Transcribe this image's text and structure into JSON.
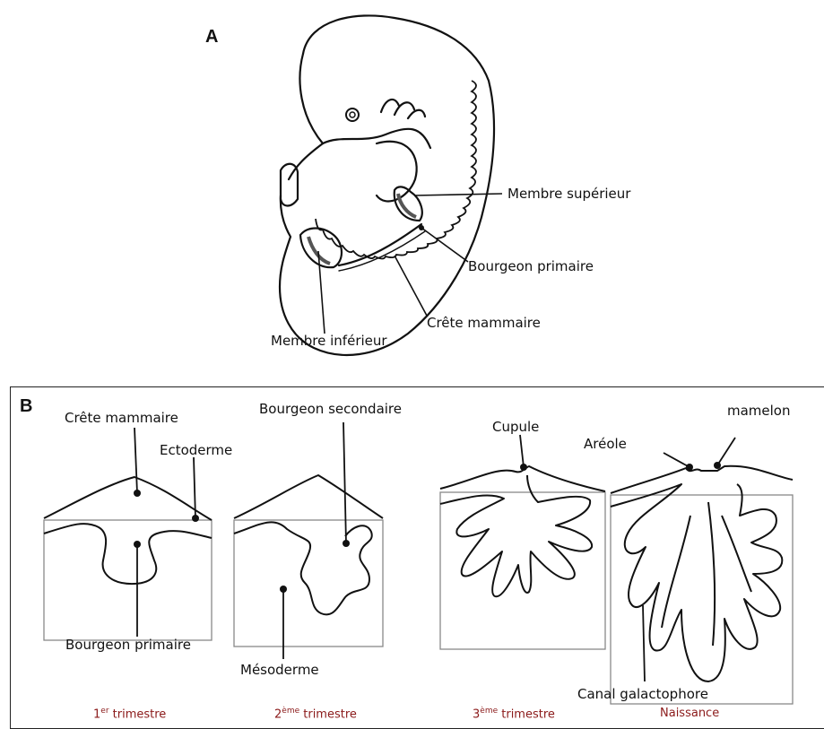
{
  "panel_a": {
    "letter": "A",
    "labels": {
      "membre_superieur": "Membre supérieur",
      "bourgeon_primaire": "Bourgeon primaire",
      "crete_mammaire": "Crête mammaire",
      "membre_inferieur": "Membre inférieur"
    }
  },
  "panel_b": {
    "letter": "B",
    "labels": {
      "crete_mammaire": "Crête mammaire",
      "ectoderme": "Ectoderme",
      "bourgeon_primaire": "Bourgeon primaire",
      "bourgeon_secondaire": "Bourgeon secondaire",
      "mesoderme": "Mésoderme",
      "cupule": "Cupule",
      "areole": "Aréole",
      "mamelon": "mamelon",
      "canal_galactophore": "Canal galactophore"
    },
    "stages": [
      {
        "num": "1",
        "sup": "er",
        "text": " trimestre"
      },
      {
        "num": "2",
        "sup": "ème",
        "text": " trimestre"
      },
      {
        "num": "3",
        "sup": "ème",
        "text": " trimestre"
      },
      {
        "num": "",
        "sup": "",
        "text": "Naissance"
      }
    ],
    "stage_color": "#8b1a1a"
  }
}
